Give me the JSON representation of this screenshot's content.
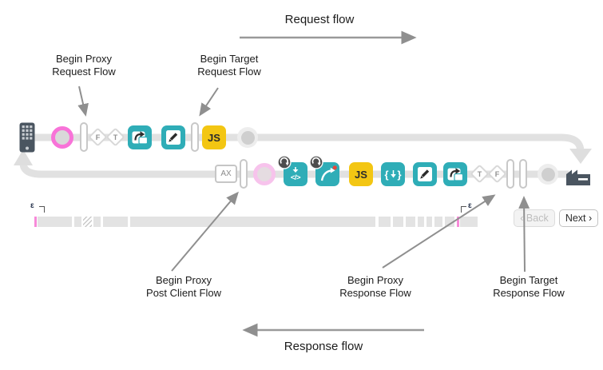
{
  "header": {
    "request_flow": "Request flow",
    "response_flow": "Response flow"
  },
  "labels": {
    "begin_proxy_request": {
      "line1": "Begin Proxy",
      "line2": "Request Flow"
    },
    "begin_target_request": {
      "line1": "Begin Target",
      "line2": "Request Flow"
    },
    "begin_proxy_post_client": {
      "line1": "Begin Proxy",
      "line2": "Post Client Flow"
    },
    "begin_proxy_response": {
      "line1": "Begin Proxy",
      "line2": "Response Flow"
    },
    "begin_target_response": {
      "line1": "Begin Target",
      "line2": "Response Flow"
    }
  },
  "flow": {
    "request_diamonds": {
      "first": "F",
      "second": "T"
    },
    "response_diamonds": {
      "first": "T",
      "second": "F"
    },
    "js_label": "JS",
    "ax_label": "AX",
    "code_label": "</>",
    "brace_left": "{",
    "brace_right": "}"
  },
  "timeline": {
    "epsilon_left": "ε",
    "epsilon_right": "ε"
  },
  "buttons": {
    "back": "‹ Back",
    "next": "Next ›"
  },
  "icons": [
    "mobile-phone-icon",
    "factory-icon",
    "pink-ring-icon",
    "pale-ring-icon",
    "flow-bar-icon",
    "condition-diamond-icon",
    "callout-arrow-icon",
    "pencil-icon",
    "js-icon",
    "code-icon",
    "route-arrow-icon",
    "braces-icon",
    "rotate-badge-icon",
    "end-circle-icon",
    "analytics-ax-icon"
  ],
  "colors": {
    "teal": "#2fadb7",
    "yellow": "#f3c613",
    "pink": "#f873d8",
    "pale_pink": "#f7c3ec",
    "line": "#e2e2e2",
    "icon_dark": "#4a5560",
    "arrow": "#8f8f8f",
    "badge": "#4d4d4d",
    "red_dot": "#e8473c",
    "bar": "#e3e3e3",
    "text": "#1c1c1c",
    "muted": "#9a9a9a"
  }
}
